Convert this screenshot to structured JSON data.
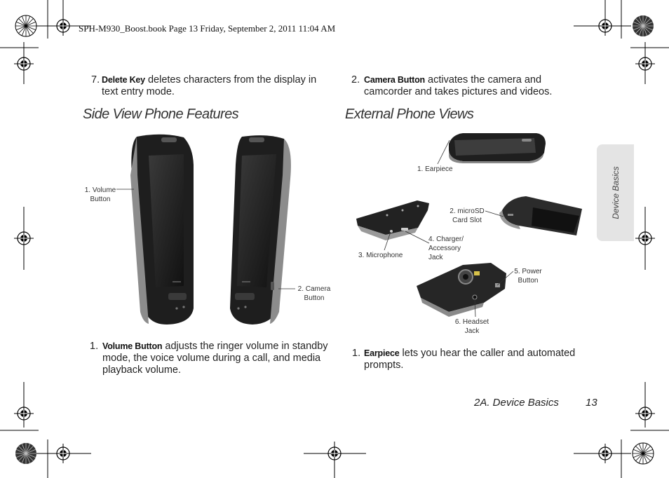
{
  "header": {
    "text": "SPH-M930_Boost.book  Page 13  Friday, September 2, 2011  11:04 AM"
  },
  "left_column": {
    "item7": {
      "number": "7.",
      "key": "Delete Key",
      "text": " deletes characters from the display in text entry mode."
    },
    "section_title": "Side View Phone Features",
    "callouts": {
      "volume": "1. Volume\nButton",
      "camera": "2. Camera\nButton"
    },
    "item1": {
      "number": "1.",
      "key": "Volume Button",
      "text": " adjusts the ringer volume in standby mode, the voice volume during a call, and media playback volume."
    }
  },
  "right_column": {
    "item2": {
      "number": "2.",
      "key": "Camera Button",
      "text": " activates the camera and camcorder and takes pictures and videos."
    },
    "section_title": "External Phone Views",
    "callouts": {
      "earpiece": "1. Earpiece",
      "microsd": "2. microSD\nCard Slot",
      "microphone": "3. Microphone",
      "charger": "4. Charger/\nAccessory\nJack",
      "power": "5. Power\nButton",
      "headset": "6. Headset\nJack"
    },
    "item1": {
      "number": "1.",
      "key": "Earpiece",
      "text": " lets you hear the caller and automated prompts."
    }
  },
  "side_tab": {
    "label": "Device Basics"
  },
  "footer": {
    "section": "2A. Device Basics",
    "page": "13"
  }
}
